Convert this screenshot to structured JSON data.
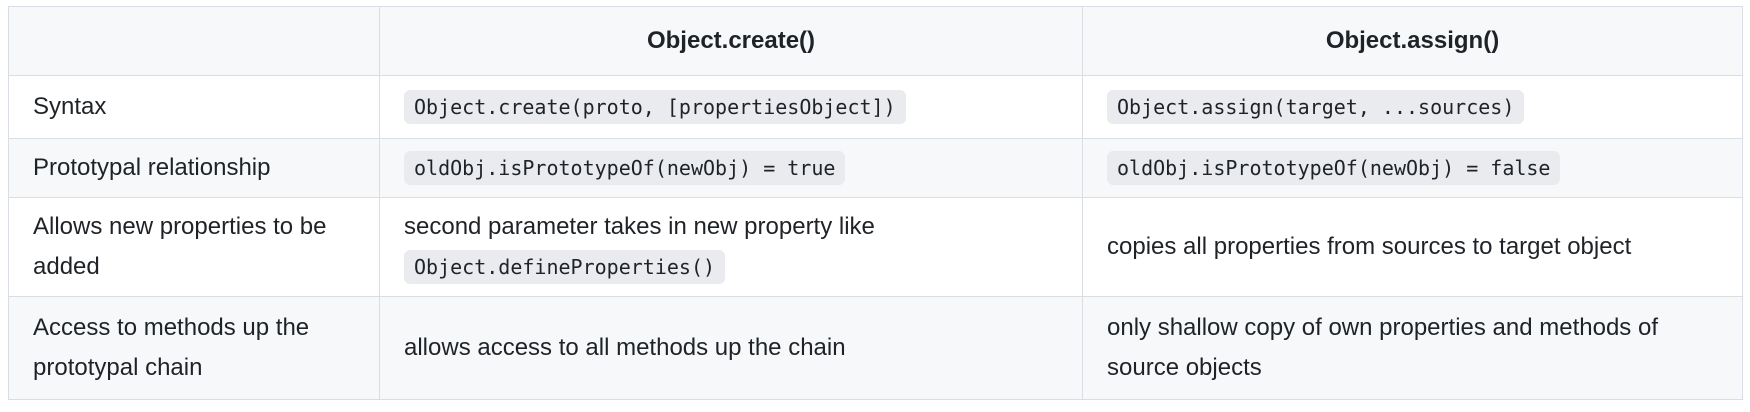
{
  "table": {
    "headers": [
      "",
      "Object.create()",
      "Object.assign()"
    ],
    "rows": [
      {
        "label": "Syntax",
        "create": {
          "code": "Object.create(proto, [propertiesObject])"
        },
        "assign": {
          "code": "Object.assign(target, ...sources)"
        }
      },
      {
        "label": "Prototypal relationship",
        "create": {
          "code": "oldObj.isPrototypeOf(newObj) = true"
        },
        "assign": {
          "code": "oldObj.isPrototypeOf(newObj) = false"
        }
      },
      {
        "label": "Allows new properties to be added",
        "create": {
          "text": "second parameter takes in new property like",
          "code": "Object.defineProperties()"
        },
        "assign": {
          "text": "copies all properties from sources to target object"
        }
      },
      {
        "label": "Access to methods up the prototypal chain",
        "create": {
          "text": "allows access to all methods up the chain"
        },
        "assign": {
          "text": "only shallow copy of own properties and methods of source objects"
        }
      }
    ]
  }
}
